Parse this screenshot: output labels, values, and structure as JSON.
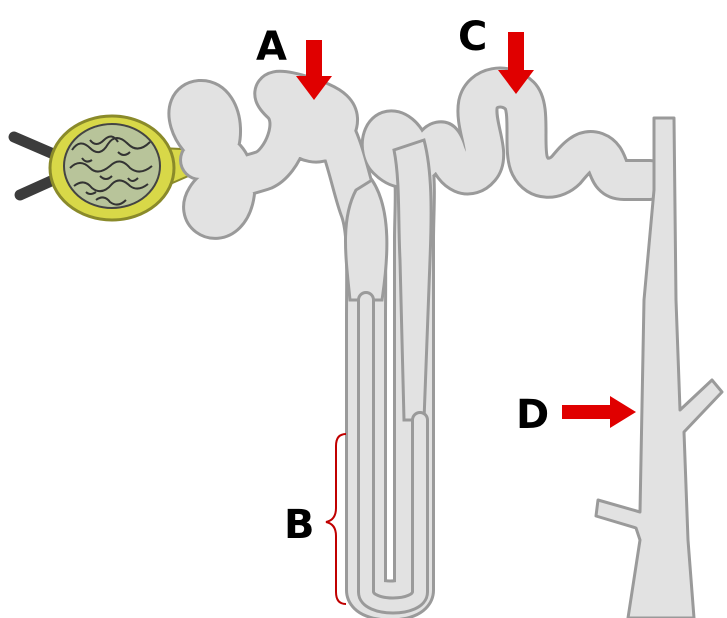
{
  "labels": {
    "a": "A",
    "b": "B",
    "c": "C",
    "d": "D"
  },
  "colors": {
    "tubule_fill": "#e2e2e2",
    "tubule_outline": "#9a9a9a",
    "capsule_fill": "#d8d848",
    "capsule_outline": "#8a8a2a",
    "glomerulus_fill": "#b8c49a",
    "vessel": "#3c3c3c",
    "arrow": "#e00000",
    "bracket": "#c00000",
    "label_text": "#000000"
  }
}
